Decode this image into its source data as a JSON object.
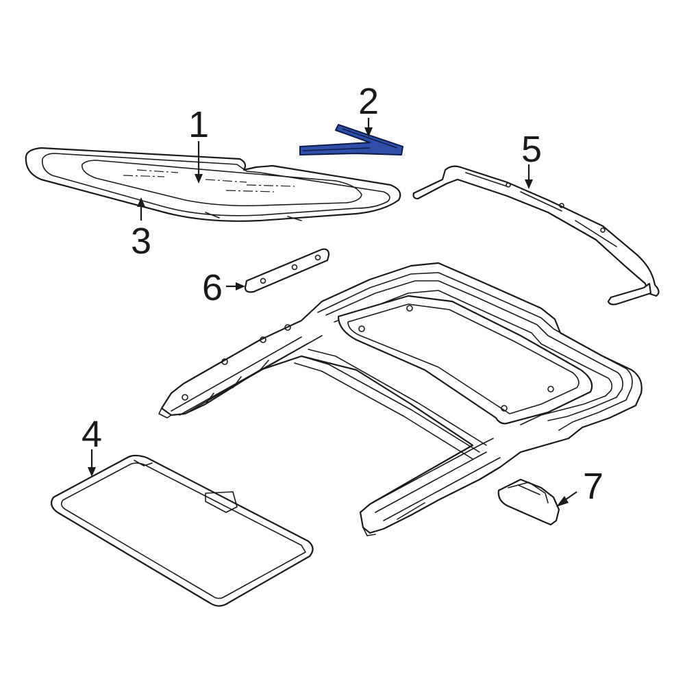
{
  "callouts": [
    {
      "id": "1",
      "label": "1"
    },
    {
      "id": "2",
      "label": "2",
      "highlighted": true
    },
    {
      "id": "3",
      "label": "3"
    },
    {
      "id": "4",
      "label": "4"
    },
    {
      "id": "5",
      "label": "5"
    },
    {
      "id": "6",
      "label": "6"
    },
    {
      "id": "7",
      "label": "7"
    }
  ],
  "colors": {
    "line": "#1a1a1a",
    "highlight_fill": "#2f4fa8",
    "highlight_stroke": "#0d1a4a",
    "background": "#ffffff"
  }
}
